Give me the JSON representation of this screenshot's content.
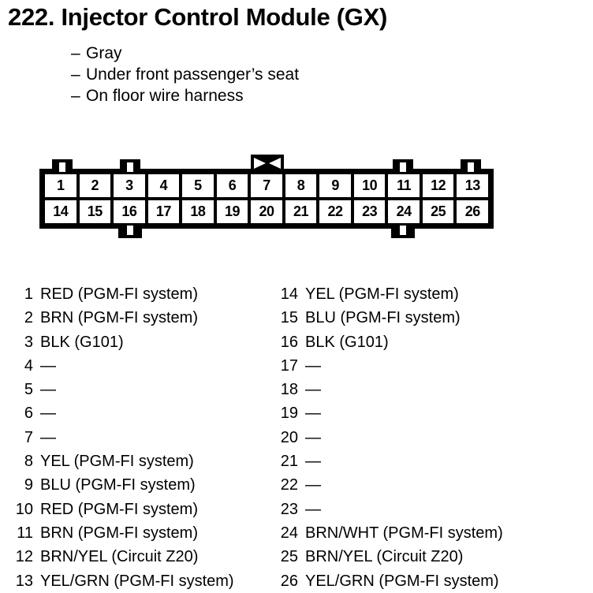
{
  "title": "222.  Injector Control Module (GX)",
  "bullets": [
    {
      "dash": "–",
      "text": "Gray"
    },
    {
      "dash": "–",
      "text": "Under front passenger’s seat"
    },
    {
      "dash": "–",
      "text": "On floor wire harness"
    }
  ],
  "connector": {
    "columns": 13,
    "rows": 2,
    "top_row_pins": [
      "1",
      "2",
      "3",
      "4",
      "5",
      "6",
      "7",
      "8",
      "9",
      "10",
      "11",
      "12",
      "13"
    ],
    "bottom_row_pins": [
      "14",
      "15",
      "16",
      "17",
      "18",
      "19",
      "20",
      "21",
      "22",
      "23",
      "24",
      "25",
      "26"
    ],
    "top_tabs_above_pins": [
      "1",
      "3",
      "11",
      "13"
    ],
    "bottom_tabs_below_pins": [
      "16",
      "24"
    ],
    "center_key": "bowtie",
    "center_key_above_pin": "7",
    "body_color": "#000000",
    "cell_color": "#ffffff"
  },
  "legend": {
    "left": [
      {
        "pin": "1",
        "desc": "RED (PGM-FI system)"
      },
      {
        "pin": "2",
        "desc": "BRN (PGM-FI system)"
      },
      {
        "pin": "3",
        "desc": "BLK (G101)"
      },
      {
        "pin": "4",
        "desc": "—"
      },
      {
        "pin": "5",
        "desc": "—"
      },
      {
        "pin": "6",
        "desc": "—"
      },
      {
        "pin": "7",
        "desc": "—"
      },
      {
        "pin": "8",
        "desc": "YEL (PGM-FI system)"
      },
      {
        "pin": "9",
        "desc": "BLU (PGM-FI system)"
      },
      {
        "pin": "10",
        "desc": "RED (PGM-FI system)"
      },
      {
        "pin": "11",
        "desc": "BRN (PGM-FI system)"
      },
      {
        "pin": "12",
        "desc": "BRN/YEL (Circuit Z20)"
      },
      {
        "pin": "13",
        "desc": "YEL/GRN (PGM-FI system)"
      }
    ],
    "right": [
      {
        "pin": "14",
        "desc": "YEL (PGM-FI system)"
      },
      {
        "pin": "15",
        "desc": "BLU (PGM-FI system)"
      },
      {
        "pin": "16",
        "desc": "BLK (G101)"
      },
      {
        "pin": "17",
        "desc": "—"
      },
      {
        "pin": "18",
        "desc": "—"
      },
      {
        "pin": "19",
        "desc": "—"
      },
      {
        "pin": "20",
        "desc": "—"
      },
      {
        "pin": "21",
        "desc": "—"
      },
      {
        "pin": "22",
        "desc": "—"
      },
      {
        "pin": "23",
        "desc": "—"
      },
      {
        "pin": "24",
        "desc": "BRN/WHT (PGM-FI system)"
      },
      {
        "pin": "25",
        "desc": "BRN/YEL (Circuit Z20)"
      },
      {
        "pin": "26",
        "desc": "YEL/GRN (PGM-FI system)"
      }
    ]
  }
}
